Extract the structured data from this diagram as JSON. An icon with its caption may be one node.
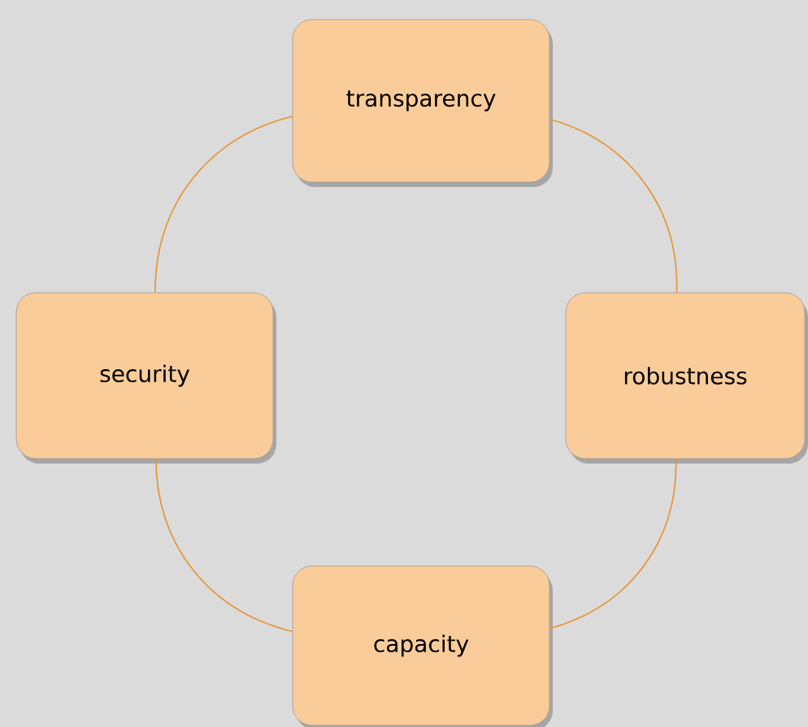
{
  "diagram": {
    "nodes": [
      {
        "text": [
          "transparency"
        ]
      },
      {
        "text": [
          "security"
        ]
      },
      {
        "text": [
          "robustness"
        ]
      },
      {
        "text": [
          "capacity"
        ]
      }
    ],
    "edges": [
      {
        "from": 0,
        "to": 2,
        "arrow": "none"
      },
      {
        "from": 2,
        "to": 3,
        "arrow": "none"
      },
      {
        "from": 3,
        "to": 1,
        "arrow": "none"
      },
      {
        "from": 1,
        "to": 0,
        "arrow": "none"
      }
    ]
  }
}
